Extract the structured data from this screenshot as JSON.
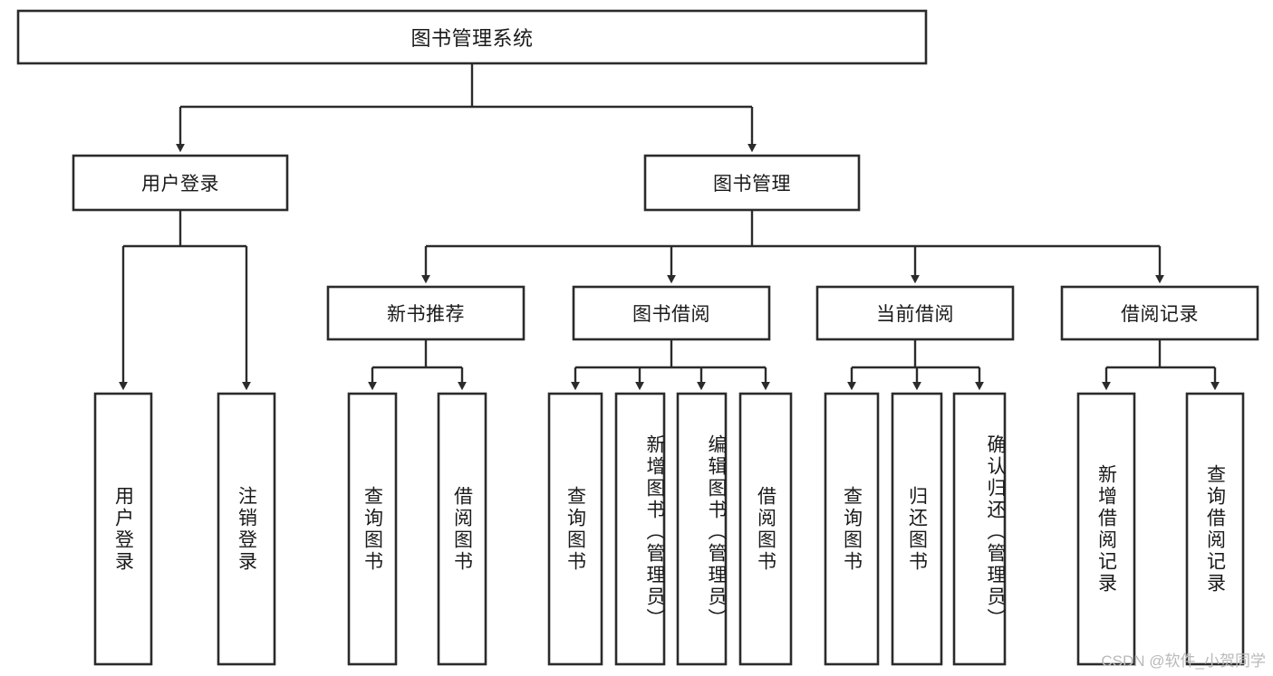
{
  "diagram": {
    "title": "图书管理系统",
    "type": "tree-hierarchy-diagram",
    "root": {
      "id": "root",
      "label": "图书管理系统"
    },
    "level2": [
      {
        "id": "user-login",
        "label": "用户登录"
      },
      {
        "id": "book-manage",
        "label": "图书管理"
      }
    ],
    "level3": [
      {
        "id": "new-book-recommend",
        "label": "新书推荐",
        "parent": "book-manage"
      },
      {
        "id": "book-borrow",
        "label": "图书借阅",
        "parent": "book-manage"
      },
      {
        "id": "current-borrow",
        "label": "当前借阅",
        "parent": "book-manage"
      },
      {
        "id": "borrow-record",
        "label": "借阅记录",
        "parent": "book-manage"
      }
    ],
    "leaves": [
      {
        "id": "leaf-user-login",
        "label": "用户登录",
        "parent": "user-login"
      },
      {
        "id": "leaf-logout",
        "label": "注销登录",
        "parent": "user-login"
      },
      {
        "id": "leaf-query-book-1",
        "label": "查询图书",
        "parent": "new-book-recommend"
      },
      {
        "id": "leaf-borrow-book-1",
        "label": "借阅图书",
        "parent": "new-book-recommend"
      },
      {
        "id": "leaf-query-book-2",
        "label": "查询图书",
        "parent": "book-borrow"
      },
      {
        "id": "leaf-add-book",
        "label": "新增图书（管理员）",
        "parent": "book-borrow"
      },
      {
        "id": "leaf-edit-book",
        "label": "编辑图书（管理员）",
        "parent": "book-borrow"
      },
      {
        "id": "leaf-borrow-book-2",
        "label": "借阅图书",
        "parent": "book-borrow"
      },
      {
        "id": "leaf-query-book-3",
        "label": "查询图书",
        "parent": "current-borrow"
      },
      {
        "id": "leaf-return-book",
        "label": "归还图书",
        "parent": "current-borrow"
      },
      {
        "id": "leaf-confirm-return",
        "label": "确认归还（管理员）",
        "parent": "current-borrow"
      },
      {
        "id": "leaf-add-record",
        "label": "新增借阅记录",
        "parent": "borrow-record"
      },
      {
        "id": "leaf-query-record",
        "label": "查询借阅记录",
        "parent": "borrow-record"
      }
    ],
    "colors": {
      "box_stroke": "#2b2b2b",
      "box_fill": "#ffffff",
      "edge": "#2b2b2b",
      "text": "#1a1a1a",
      "background": "#ffffff",
      "watermark": "#b9b9b9"
    }
  },
  "watermark": {
    "text": "CSDN @软件_小贺同学"
  }
}
